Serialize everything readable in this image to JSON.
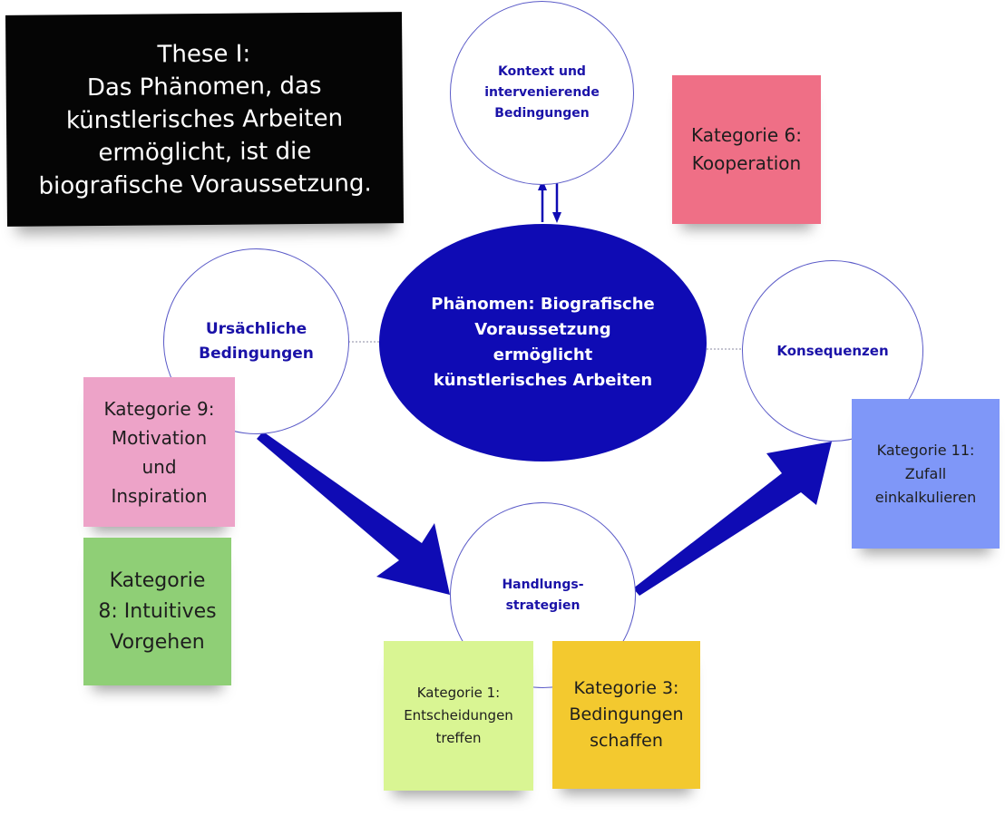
{
  "thesis": {
    "text": "These I:\nDas Phänomen, das\nkünstlerisches Arbeiten\nermöglicht, ist die\nbiografische Voraussetzung."
  },
  "phenomenon": {
    "label": "Phänomen: Biografische\nVoraussetzung\nermöglicht\nkünstlerisches Arbeiten",
    "fill_color": "#0f0bb4"
  },
  "circles": {
    "context": "Kontext und\nintervenierende\nBedingungen",
    "causal": "Ursächliche\nBedingungen",
    "consequences": "Konsequenzen",
    "strategies": "Handlungs-\nstrategien"
  },
  "notes": {
    "k6": {
      "label": "Kategorie 6:\nKooperation",
      "color": "#ef6f86"
    },
    "k9": {
      "label": "Kategorie 9:\nMotivation\nund\nInspiration",
      "color": "#eda3c8"
    },
    "k8": {
      "label": "Kategorie\n8: Intuitives\nVorgehen",
      "color": "#8fcf76"
    },
    "k1": {
      "label": "Kategorie 1:\nEntscheidungen\ntreffen",
      "color": "#d9f593"
    },
    "k3": {
      "label": "Kategorie 3:\nBedingungen\nschaffen",
      "color": "#f3c92f"
    },
    "k11": {
      "label": "Kategorie 11:\nZufall\neinkalkulieren",
      "color": "#7f97f8"
    }
  },
  "colors": {
    "arrow": "#0f0bb4",
    "circle_text": "#1a12a8",
    "connector": "#8a8aa0"
  },
  "icons": [
    "arrow-up-icon",
    "arrow-down-icon"
  ]
}
